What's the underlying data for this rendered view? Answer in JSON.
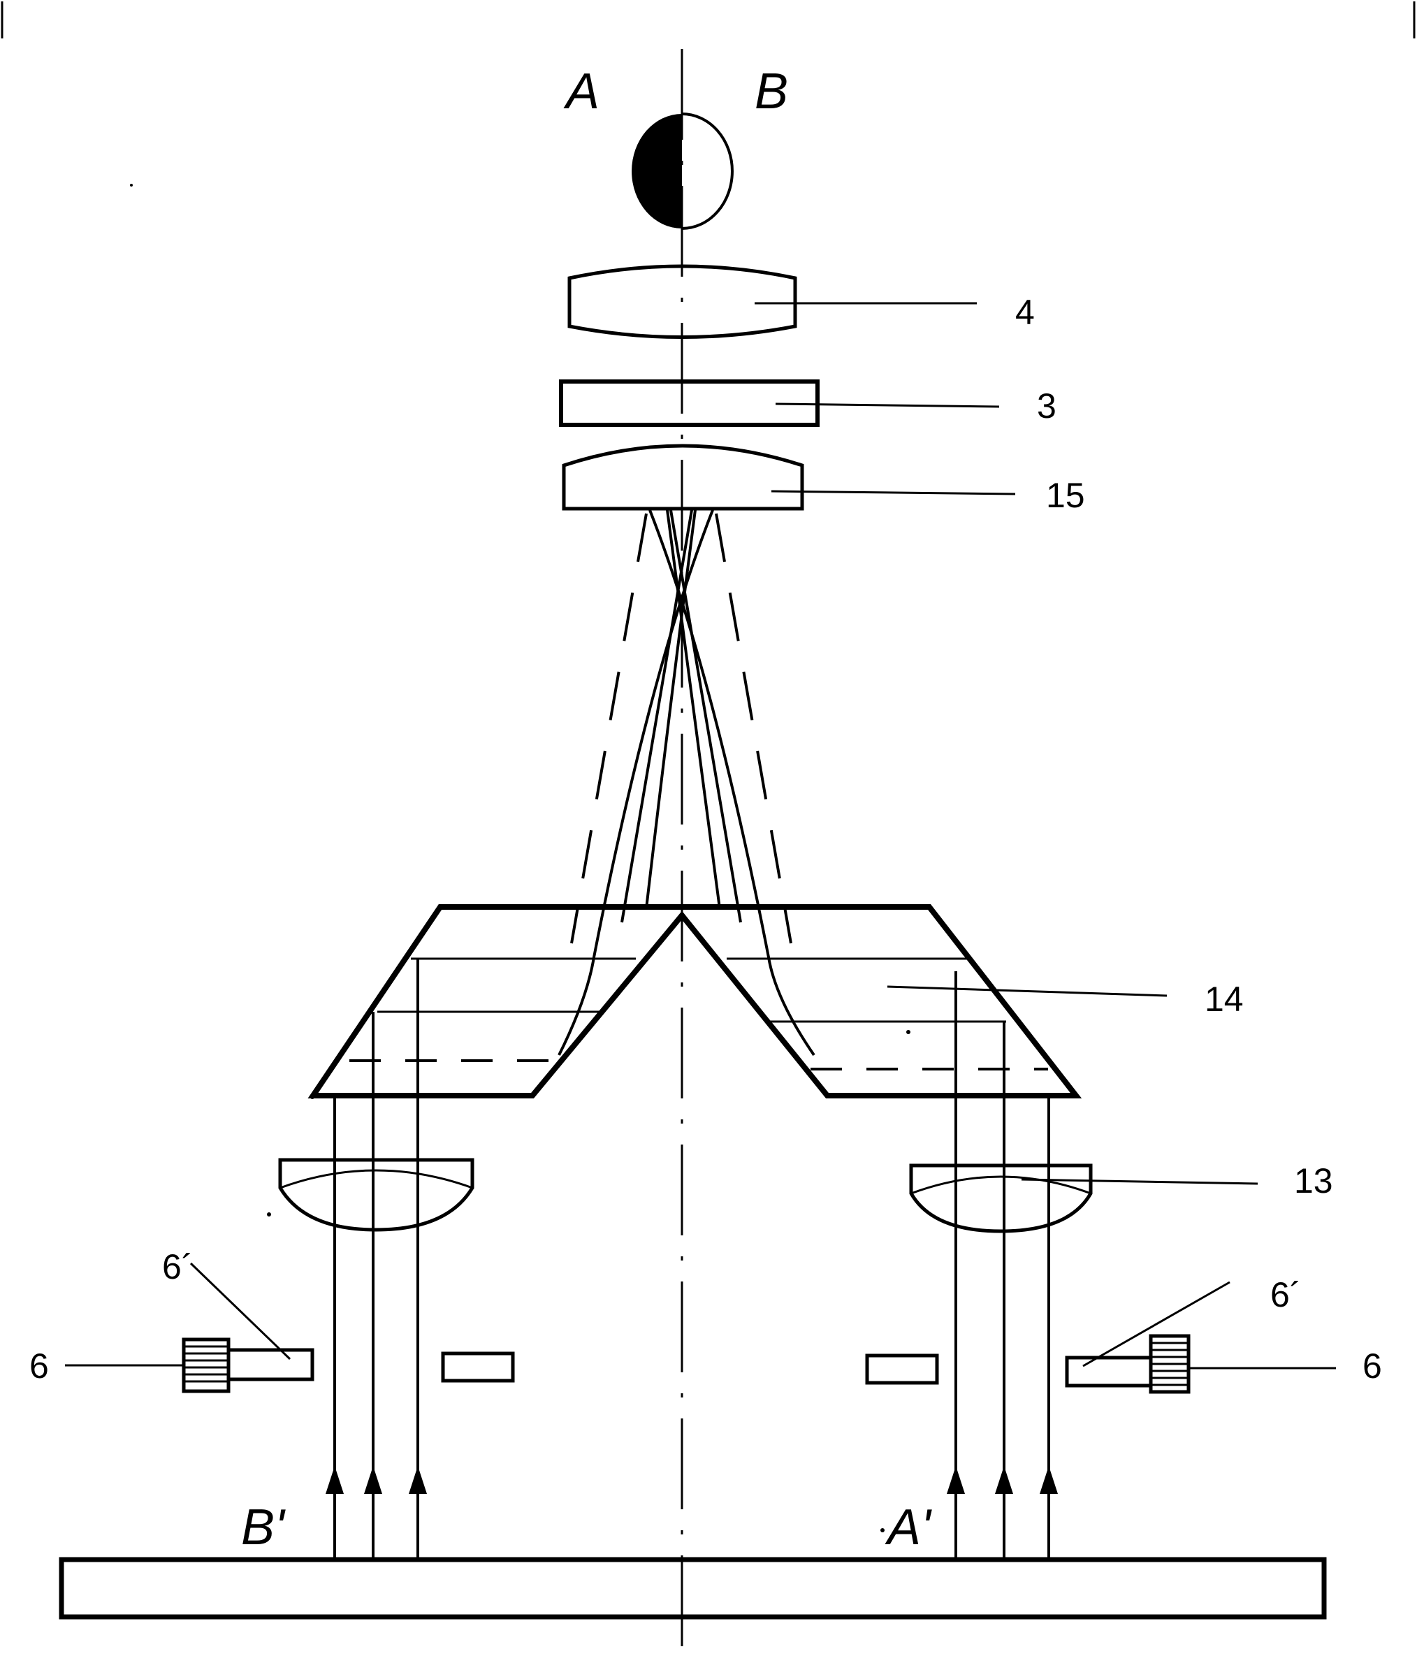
{
  "labels": {
    "view_left": "A",
    "view_right": "B",
    "source_left": "B'",
    "source_right": "A'",
    "lens_4": "4",
    "plate_3": "3",
    "lens_15": "15",
    "prism_14": "14",
    "lens_13": "13",
    "diaphragm_6_left": "6",
    "diaphragm_6_right": "6",
    "shutter_6prime_left": "6´",
    "shutter_6prime_right": "6´"
  },
  "colors": {
    "ink": "#000000",
    "paper": "#ffffff"
  }
}
